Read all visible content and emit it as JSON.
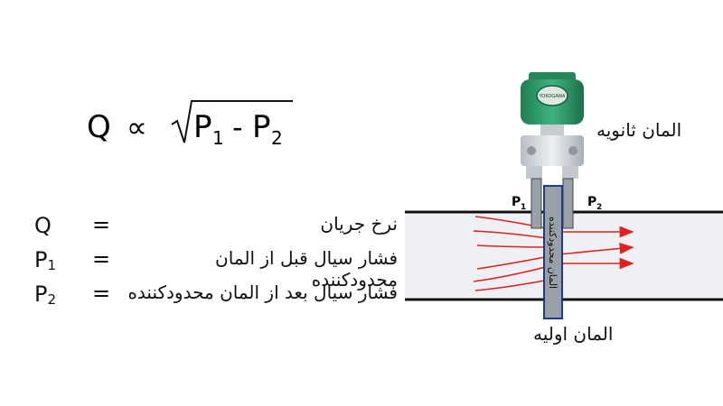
{
  "formula": {
    "lhs": "Q",
    "relation": "∝",
    "p1": "P",
    "p1_sub": "1",
    "minus": "-",
    "p2": "P",
    "p2_sub": "2"
  },
  "legend": [
    {
      "symbol": "Q",
      "symbol_sub": "",
      "equals": "=",
      "description": "نرخ جریان"
    },
    {
      "symbol": "P",
      "symbol_sub": "1",
      "equals": "=",
      "description": "فشار سیال قبل از المان محدودکننده"
    },
    {
      "symbol": "P",
      "symbol_sub": "2",
      "equals": "=",
      "description": "فشار سیال بعد از المان محدودکننده"
    }
  ],
  "diagram": {
    "secondary_element_label": "المان ثانویه",
    "primary_element_label": "المان اولیه",
    "restrictor_label": "المان محدودکننده",
    "tap_p1": "P",
    "tap_p1_sub": "1",
    "tap_p2": "P",
    "tap_p2_sub": "2",
    "transmitter_brand": "YOKOGAWA",
    "colors": {
      "transmitter_green": "#2e9a6a",
      "pipe_fill": "#eef0f3",
      "arrows": "#e02020",
      "plate": "#9aa0a8",
      "plate_border": "#1f3a8a"
    }
  }
}
